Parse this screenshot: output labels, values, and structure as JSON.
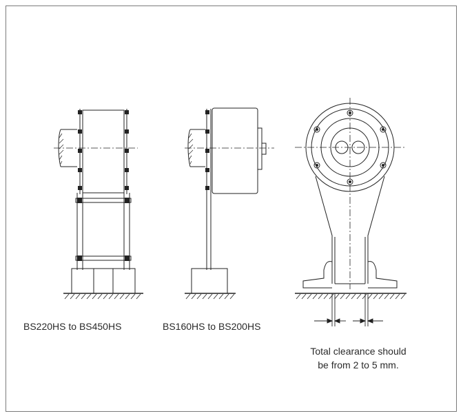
{
  "captions": {
    "left": "BS220HS to BS450HS",
    "middle": "BS160HS to BS200HS"
  },
  "note": {
    "line1": "Total clearance should",
    "line2": "be from 2 to 5 mm."
  }
}
